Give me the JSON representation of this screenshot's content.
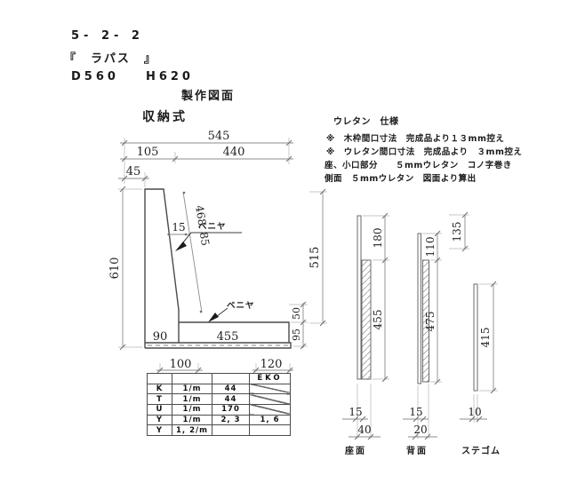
{
  "header": {
    "code": "5- 2- 2",
    "product_name": "『　ラパス　』",
    "depth": "D560",
    "height": "H620",
    "doc_type": "製作図面",
    "style_label": "収納式"
  },
  "notes": {
    "title": "ウレタン　仕様",
    "lines": [
      "※　木枠間口寸法　完成品より１３mm控え",
      "※　ウレタン間口寸法　完成品より　３mm控え",
      "座、小口部分　　５mmウレタン　コノ字巻き",
      "側面　５mmウレタン　図面より算出"
    ]
  },
  "main_view": {
    "plywood_label": "ベニヤ",
    "dims": {
      "overall_width": "545",
      "back_width": "105",
      "seat_opening": "440",
      "top_offset": "45",
      "back_panel_thickness": "15",
      "back_panel_length": "468. 85",
      "overall_height": "610",
      "back_height": "515",
      "seat_thickness": "50",
      "seat_height": "95",
      "base_left": "90",
      "seat_depth": "455",
      "table_span_left": "100",
      "table_span_right": "120"
    }
  },
  "spec_table": {
    "rows": [
      [
        "",
        "",
        "",
        "EKO"
      ],
      [
        "K",
        "1/m",
        "44",
        ""
      ],
      [
        "T",
        "1/m",
        "44",
        ""
      ],
      [
        "U",
        "1/m",
        "170",
        ""
      ],
      [
        "Y",
        "1/m",
        "2, 3",
        "1, 6"
      ],
      [
        "Y",
        "1, 2/m",
        "",
        ""
      ]
    ]
  },
  "side_views": {
    "seat": {
      "label": "座面",
      "top_dim": "180",
      "body_dim": "455",
      "ply_thickness": "15",
      "total_thickness": "40"
    },
    "back": {
      "label": "背面",
      "top_dim": "110",
      "body_dim": "475",
      "offset_dim": "135",
      "ply_thickness": "15",
      "total_thickness": "20"
    },
    "stay": {
      "label": "ステゴム",
      "length_dim": "415",
      "thickness": "10"
    }
  },
  "colors": {
    "background": "#ffffff",
    "profile_line": "#4a4a4a",
    "dimension_line": "#8c8c8c",
    "text": "#1a1a1a"
  }
}
